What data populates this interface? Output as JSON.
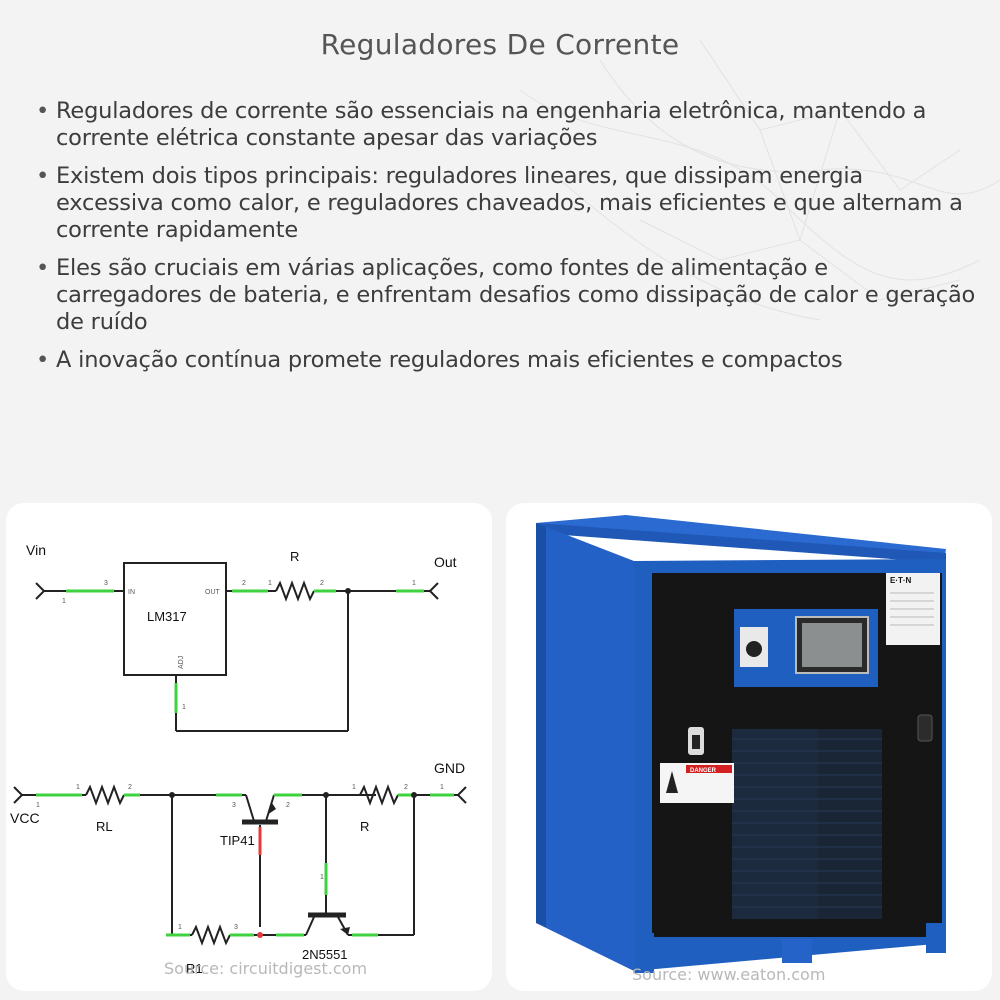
{
  "title": "Reguladores De Corrente",
  "bullets": [
    "Reguladores de corrente são essenciais na engenharia eletrônica, mantendo a corrente elétrica constante apesar das variações",
    "Existem dois tipos principais: reguladores lineares, que dissipam energia excessiva como calor, e reguladores chaveados, mais eficientes e que alternam a corrente rapidamente",
    "Eles são cruciais em várias aplicações, como fontes de alimentação e carregadores de bateria, e enfrentam desafios como dissipação de calor e geração de ruído",
    "A inovação contínua promete reguladores mais eficientes e compactos"
  ],
  "schematic": {
    "vin": "Vin",
    "out": "Out",
    "r_top": "R",
    "ic_name": "LM317",
    "ic_in": "IN",
    "ic_out": "OUT",
    "ic_adj": "ADJ",
    "gnd": "GND",
    "vcc": "VCC",
    "rl": "RL",
    "tip41": "TIP41",
    "r_bottom": "R",
    "r1": "R1",
    "q2": "2N5551",
    "pin_numbers": [
      "1",
      "2",
      "3"
    ]
  },
  "left_source": "Source: circuitdigest.com",
  "right_source": "Source: www.eaton.com",
  "device": {
    "brand_label": "E·T·N",
    "warning_label": "DANGER"
  },
  "colors": {
    "wire": "#2a2a2a",
    "pin_green": "#3fd23f",
    "pin_red": "#e23b3b",
    "cabinet_blue": "#1e5fbf",
    "panel_black": "#151515"
  }
}
